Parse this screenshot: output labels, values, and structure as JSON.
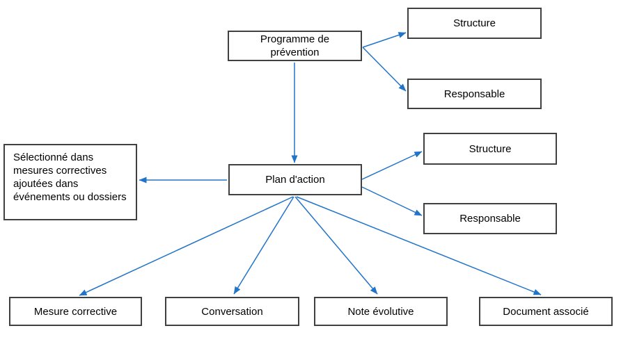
{
  "colors": {
    "arrow": "#2274c8",
    "node_border": "#404040",
    "node_bg": "#ffffff",
    "text": "#000000",
    "background": "#ffffff"
  },
  "nodes": {
    "programme": {
      "label": "Programme de\nprévention"
    },
    "structure_top": {
      "label": "Structure"
    },
    "responsable_top": {
      "label": "Responsable"
    },
    "plan": {
      "label": "Plan d'action"
    },
    "structure_mid": {
      "label": "Structure"
    },
    "responsable_mid": {
      "label": "Responsable"
    },
    "selection_note": {
      "label": "Sélectionné dans mesures correctives ajoutées dans événements ou dossiers"
    },
    "mesure_corrective": {
      "label": "Mesure corrective"
    },
    "conversation": {
      "label": "Conversation"
    },
    "note_evolutive": {
      "label": "Note évolutive"
    },
    "document_associe": {
      "label": "Document associé"
    }
  },
  "edges": [
    {
      "from": "programme",
      "to": "structure_top"
    },
    {
      "from": "programme",
      "to": "responsable_top"
    },
    {
      "from": "programme",
      "to": "plan"
    },
    {
      "from": "plan",
      "to": "selection_note"
    },
    {
      "from": "plan",
      "to": "structure_mid"
    },
    {
      "from": "plan",
      "to": "responsable_mid"
    },
    {
      "from": "plan",
      "to": "mesure_corrective"
    },
    {
      "from": "plan",
      "to": "conversation"
    },
    {
      "from": "plan",
      "to": "note_evolutive"
    },
    {
      "from": "plan",
      "to": "document_associe"
    }
  ]
}
